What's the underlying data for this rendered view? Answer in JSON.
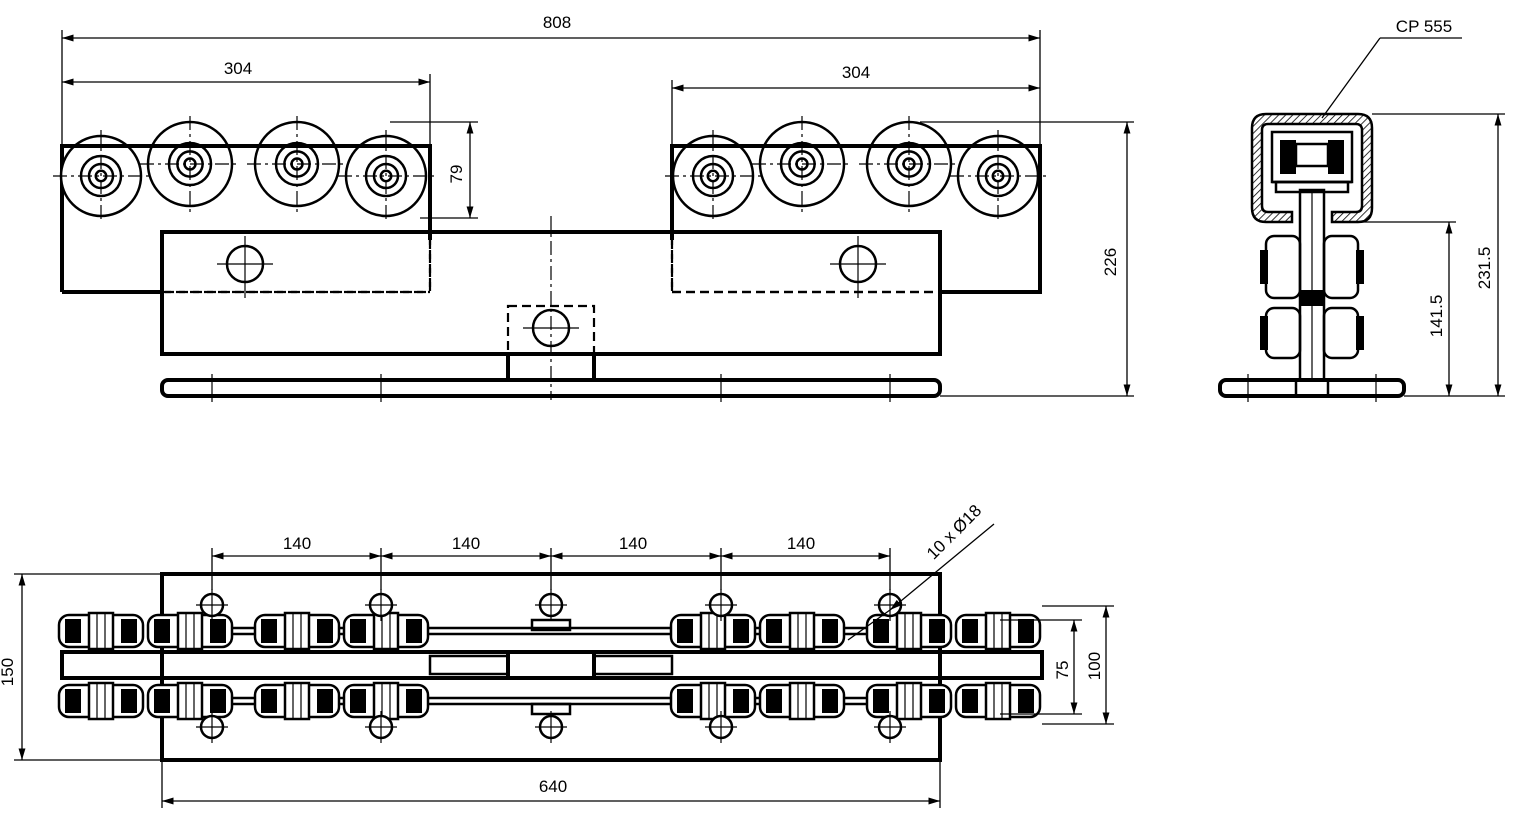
{
  "front_view": {
    "dims": {
      "overall_length": "808",
      "left_bogie_length": "304",
      "right_bogie_length": "304",
      "wheel_height": "79",
      "overall_height": "226"
    }
  },
  "side_view": {
    "profile_label": "CP 555",
    "dims": {
      "total_height": "231.5",
      "lower_height": "141.5"
    }
  },
  "plan_view": {
    "dims": {
      "pitch_1": "140",
      "pitch_2": "140",
      "pitch_3": "140",
      "pitch_4": "140",
      "holes": "10 x Ø18",
      "plate_width": "150",
      "plate_length": "640",
      "inner_width": "75",
      "outer_width": "100"
    }
  }
}
